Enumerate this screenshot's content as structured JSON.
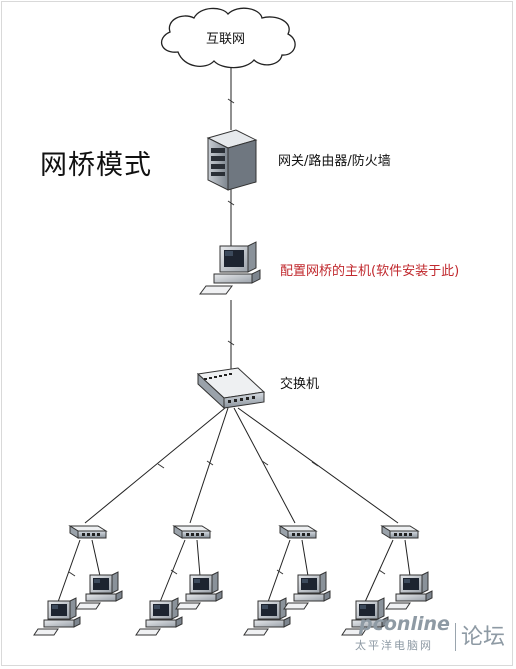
{
  "diagram": {
    "title": "网桥模式",
    "internet_label": "互联网",
    "gateway_label": "网关/路由器/防火墙",
    "bridge_host_label": "配置网桥的主机(软件安装于此)",
    "switch_label": "交换机",
    "bridge_host_label_color": "#c0282d",
    "node_icons": {
      "internet": "cloud-icon",
      "gateway": "server-tower-icon",
      "bridge_host": "desktop-computer-icon",
      "switch": "network-switch-icon",
      "sub_switch": "network-switch-icon",
      "workstation": "desktop-computer-icon"
    }
  },
  "watermark": {
    "brand": "pconline",
    "subtitle": "太平洋电脑网",
    "forum": "论坛"
  }
}
